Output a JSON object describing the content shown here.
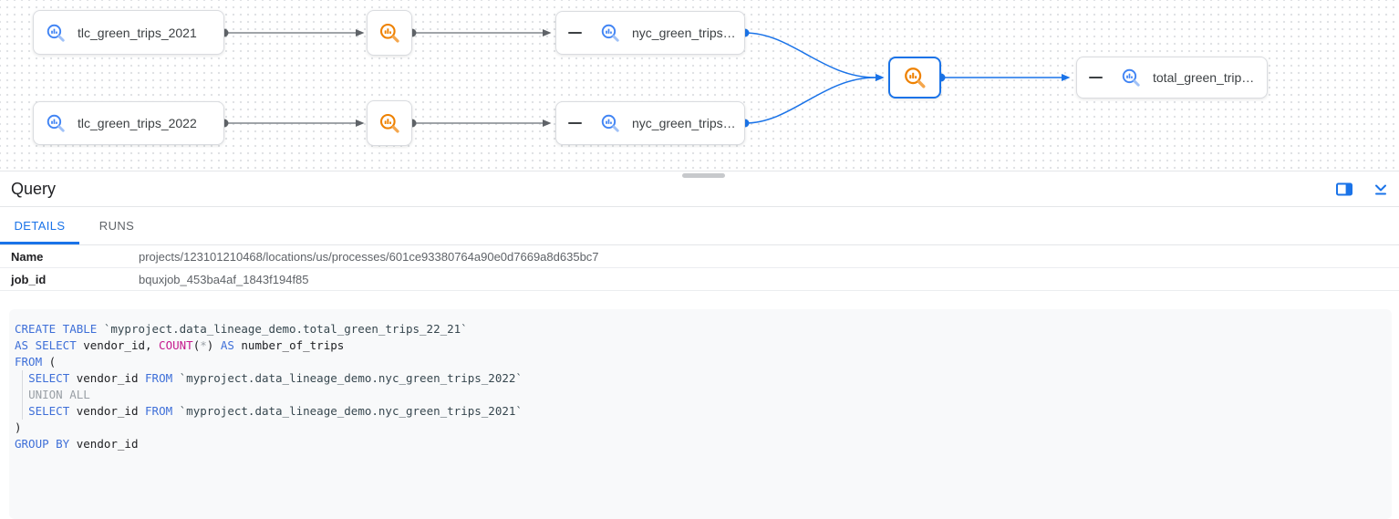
{
  "graph": {
    "nodes": {
      "tlc_2021": {
        "label": "tlc_green_trips_2021",
        "type": "bigquery-table"
      },
      "tlc_2022": {
        "label": "tlc_green_trips_2022",
        "type": "bigquery-table"
      },
      "process_2021": {
        "type": "query-process"
      },
      "process_2022": {
        "type": "query-process"
      },
      "nyc_2021": {
        "label": "nyc_green_trips…",
        "type": "bigquery-table",
        "collapsed_columns": true
      },
      "nyc_2022": {
        "label": "nyc_green_trips…",
        "type": "bigquery-table",
        "collapsed_columns": true
      },
      "process_total": {
        "type": "query-process",
        "selected": true
      },
      "total": {
        "label": "total_green_trip…",
        "type": "bigquery-table",
        "collapsed_columns": true
      }
    }
  },
  "panel": {
    "title": "Query",
    "icons": [
      "side-panel-icon",
      "collapse-panel-icon"
    ],
    "tabs": [
      {
        "label": "DETAILS",
        "active": true
      },
      {
        "label": "RUNS",
        "active": false
      }
    ],
    "details": [
      {
        "label": "Name",
        "value": "projects/123101210468/locations/us/processes/601ce93380764a90e0d7669a8d635bc7"
      },
      {
        "label": "job_id",
        "value": "bquxjob_453ba4af_1843f194f85"
      }
    ]
  },
  "code": {
    "lines": [
      [
        {
          "c": "kw",
          "t": "CREATE TABLE"
        },
        {
          "c": "plain",
          "t": " "
        },
        {
          "c": "str",
          "t": "`myproject.data_lineage_demo.total_green_trips_22_21`"
        }
      ],
      [
        {
          "c": "kw",
          "t": "AS SELECT"
        },
        {
          "c": "plain",
          "t": " vendor_id, "
        },
        {
          "c": "fn",
          "t": "COUNT"
        },
        {
          "c": "plain",
          "t": "("
        },
        {
          "c": "gray",
          "t": "*"
        },
        {
          "c": "plain",
          "t": ") "
        },
        {
          "c": "kw",
          "t": "AS"
        },
        {
          "c": "plain",
          "t": " number_of_trips"
        }
      ],
      [
        {
          "c": "kw",
          "t": "FROM"
        },
        {
          "c": "plain",
          "t": " ("
        }
      ],
      [
        {
          "c": "plain",
          "t": "  "
        },
        {
          "c": "kw",
          "t": "SELECT"
        },
        {
          "c": "plain",
          "t": " vendor_id "
        },
        {
          "c": "kw",
          "t": "FROM"
        },
        {
          "c": "plain",
          "t": " "
        },
        {
          "c": "str",
          "t": "`myproject.data_lineage_demo.nyc_green_trips_2022`"
        }
      ],
      [
        {
          "c": "plain",
          "t": "  "
        },
        {
          "c": "gray",
          "t": "UNION ALL"
        }
      ],
      [
        {
          "c": "plain",
          "t": "  "
        },
        {
          "c": "kw",
          "t": "SELECT"
        },
        {
          "c": "plain",
          "t": " vendor_id "
        },
        {
          "c": "kw",
          "t": "FROM"
        },
        {
          "c": "plain",
          "t": " "
        },
        {
          "c": "str",
          "t": "`myproject.data_lineage_demo.nyc_green_trips_2021`"
        }
      ],
      [
        {
          "c": "plain",
          "t": ")"
        }
      ],
      [
        {
          "c": "kw",
          "t": "GROUP BY"
        },
        {
          "c": "plain",
          "t": " vendor_id"
        }
      ]
    ]
  },
  "colors": {
    "accent_blue": "#1a73e8",
    "table_icon_blue": "#4285f4",
    "process_icon_orange": "#ee8100",
    "keyword_blue": "#3e6fd8",
    "function_magenta": "#c5198d",
    "muted_gray": "#9aa0a6",
    "code_background": "#f8f9fa"
  }
}
